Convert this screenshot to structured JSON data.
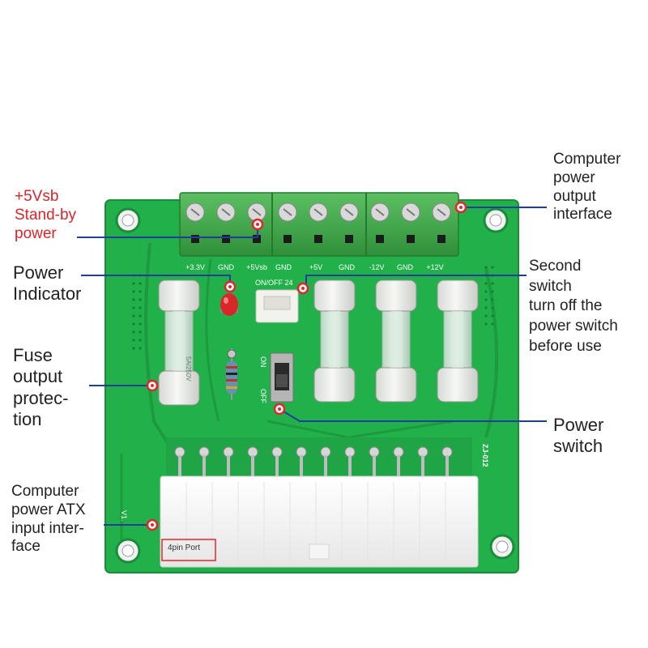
{
  "board": {
    "model": "ZJ-012",
    "version": "V1.",
    "terminal_labels": [
      "+3.3V",
      "GND",
      "+5Vsb",
      "GND",
      "+5V",
      "GND",
      "-12V",
      "GND",
      "+12V"
    ],
    "switch_header": "ON/OFF 24",
    "switch_on": "ON",
    "switch_off": "OFF",
    "port_tag": "4pin Port",
    "fuse_mark": "5A/250V"
  },
  "callouts": {
    "standby": "+5Vsb\nStand-by\npower",
    "computer_output": "Computer\npower\noutput\ninterface",
    "power_indicator": "Power\nIndicator",
    "second_switch": "Second\nswitch\nturn off the\npower switch\nbefore use",
    "fuse_output": "Fuse\noutput\nprotec-\ntion",
    "power_switch": "Power\nswitch",
    "atx_input": "Computer\npower ATX\ninput inter-\nface"
  },
  "colors": {
    "pcb": "#22b04a",
    "terminal": "#3ea84a",
    "leader_line": "#1f3f9a",
    "marker": "#e3262b",
    "standby_text": "#d9252a"
  }
}
